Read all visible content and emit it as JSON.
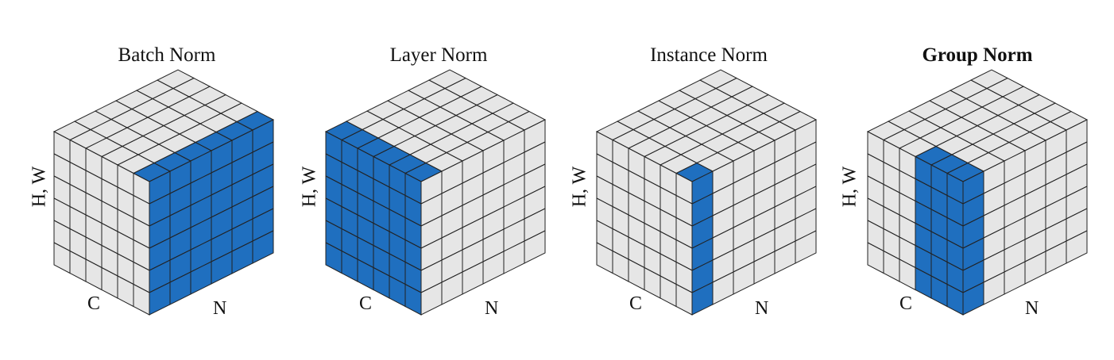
{
  "panels": [
    {
      "title": "Batch Norm",
      "bold": false,
      "axis_hw": "H, W",
      "axis_c": "C",
      "axis_n": "N",
      "highlight": "batch"
    },
    {
      "title": "Layer Norm",
      "bold": false,
      "axis_hw": "H, W",
      "axis_c": "C",
      "axis_n": "N",
      "highlight": "layer"
    },
    {
      "title": "Instance Norm",
      "bold": false,
      "axis_hw": "H, W",
      "axis_c": "C",
      "axis_n": "N",
      "highlight": "instance"
    },
    {
      "title": "Group Norm",
      "bold": true,
      "axis_hw": "H, W",
      "axis_c": "C",
      "axis_n": "N",
      "highlight": "group"
    }
  ],
  "colors": {
    "highlight": "#1f6fbf",
    "cell": "#e6e6e6",
    "edge": "#222222"
  }
}
